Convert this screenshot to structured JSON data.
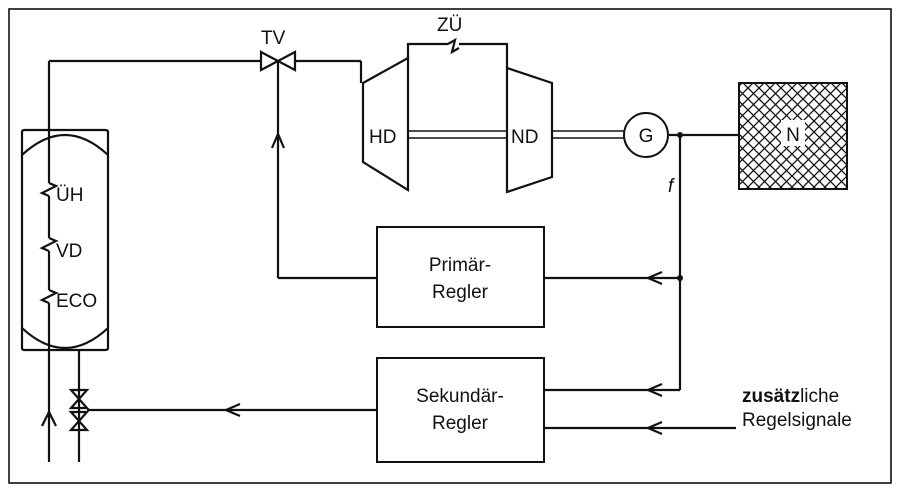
{
  "labels": {
    "valve_tv": "TV",
    "reheat_zu": "ZÜ",
    "turbine_hd": "HD",
    "turbine_nd": "ND",
    "generator": "G",
    "network": "N",
    "frequency": "f",
    "superheater": "ÜH",
    "evaporator": "VD",
    "economizer": "ECO",
    "primary_line1": "Primär-",
    "primary_line2": "Regler",
    "secondary_line1": "Sekundär-",
    "secondary_line2": "Regler",
    "extra_bold": "zusätz",
    "extra_rest": "liche",
    "extra_line2": "Regelsignale"
  }
}
